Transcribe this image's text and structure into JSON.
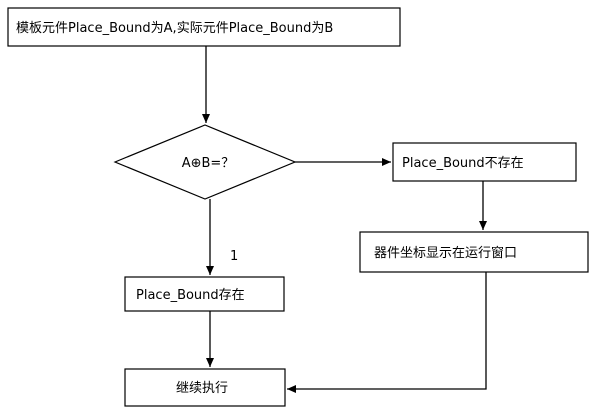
{
  "nodes": {
    "start": "模板元件Place_Bound为A,实际元件Place_Bound为B",
    "decision": "A⊕B=？",
    "not_exist": "Place_Bound不存在",
    "show_coords": "器件坐标显示在运行窗口",
    "exists": "Place_Bound存在",
    "continue": "继续执行"
  },
  "edge_labels": {
    "decision_to_exists": "1"
  }
}
